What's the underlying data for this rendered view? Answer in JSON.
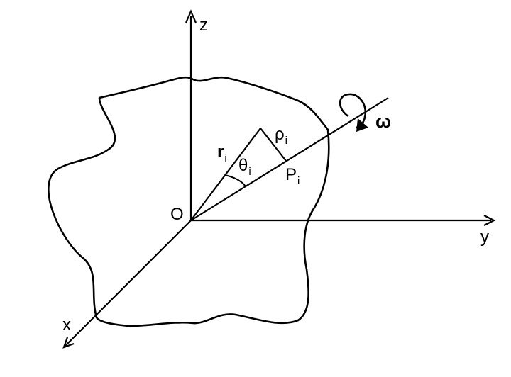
{
  "labels": {
    "z": "z",
    "y": "y",
    "x": "x",
    "origin": "O",
    "r": "r",
    "r_sub": "i",
    "theta": "θ",
    "theta_sub": "i",
    "rho": "ρ",
    "rho_sub": "i",
    "P": "P",
    "P_sub": "i",
    "omega": "ω"
  },
  "colors": {
    "stroke": "#000000",
    "background": "#ffffff"
  }
}
